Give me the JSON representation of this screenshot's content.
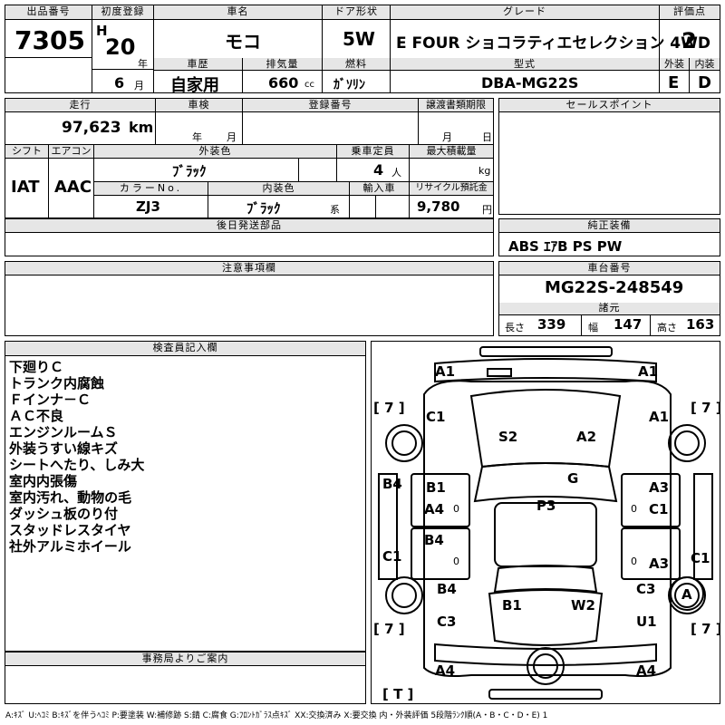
{
  "header": {
    "lot_no_label": "出品番号",
    "lot_no": "7305",
    "first_reg_label": "初度登録",
    "era": "H",
    "year": "20",
    "year_unit": "年",
    "month": "6",
    "month_unit": "月",
    "car_name_label": "車名",
    "car_name": "モコ",
    "door_label": "ドア形状",
    "door": "5W",
    "grade_label": "グレード",
    "grade": "E FOUR ショコラティエセレクション 4WD",
    "score_label": "評価点",
    "score": "2",
    "history_label": "車歴",
    "history": "自家用",
    "displacement_label": "排気量",
    "displacement": "660",
    "displacement_unit": "cc",
    "fuel_label": "燃料",
    "fuel": "ｶﾞｿﾘﾝ",
    "model_label": "型式",
    "model": "DBA-MG22S",
    "exterior_label": "外装",
    "exterior": "E",
    "interior_label": "内装",
    "interior": "D"
  },
  "row2": {
    "mileage_label": "走行",
    "mileage": "97,623",
    "mileage_unit": "km",
    "inspection_label": "車検",
    "insp_year_unit": "年",
    "insp_month_unit": "月",
    "plate_label": "登録番号",
    "transfer_label": "譲渡書類期限",
    "transfer_month_unit": "月",
    "transfer_day_unit": "日",
    "sales_label": "セールスポイント",
    "shift_label": "シフト",
    "shift": "IAT",
    "aircon_label": "エアコン",
    "aircon": "AAC",
    "ext_color_label": "外装色",
    "ext_color": "ﾌﾞﾗｯｸ",
    "capacity_label": "乗車定員",
    "capacity": "4",
    "capacity_unit": "人",
    "max_load_label": "最大積載量",
    "max_load_unit": "kg",
    "color_no_label": "カラーNo.",
    "color_no": "ZJ3",
    "int_color_label": "内装色",
    "int_color": "ﾌﾞﾗｯｸ",
    "int_color_unit": "系",
    "import_label": "輸入車",
    "recycle_label": "リサイクル預託金",
    "recycle": "9,780",
    "recycle_unit": "円"
  },
  "later_parts_label": "後日発送部品",
  "equipment_label": "純正装備",
  "equipment": "ABS ｴｱB PS PW",
  "caution_label": "注意事項欄",
  "chassis_label": "車台番号",
  "chassis": "MG22S-248549",
  "dims_label": "諸元",
  "length_label": "長さ",
  "length": "339",
  "width_label": "幅",
  "width": "147",
  "height_label": "高さ",
  "height": "163",
  "inspector_label": "検査員記入欄",
  "notes": [
    "下廻りＣ",
    "トランク内腐蝕",
    "Ｆインナ－Ｃ",
    "ＡＣ不良",
    "エンジンルームＳ",
    "外装うすい線キズ",
    "シートへたり、しみ大",
    "室内内張傷",
    "室内汚れ、動物の毛",
    "ダッシュ板のり付",
    "スタッドレスタイヤ",
    "社外アルミホイール"
  ],
  "office_label": "事務局よりご案内",
  "legend": "A:ｷｽﾞ U:ﾍｺﾐ B:ｷｽﾞを伴うﾍｺﾐ P:要塗装 W:補修跡 S:錆 C:腐食 G:ﾌﾛﾝﾄｶﾞﾗｽ点ｷｽﾞ XX:交換済み X:要交換 内・外装評価 5段階ﾗﾝｸ順(A・B・C・D・E) 1",
  "diagram_marks": {
    "front_left": "A1",
    "front_right": "A1",
    "tire_fl": "[ 7 ]",
    "tire_fr": "[ 7 ]",
    "tire_rl": "[ 7 ]",
    "tire_rr": "[ 7 ]",
    "tire_t": "[ T ]",
    "fender_fl": "C1",
    "fender_fr": "A1",
    "hood_l": "S2",
    "hood_r": "A2",
    "windshield": "G",
    "pillar_l": "B4",
    "door_fl": "B1",
    "door_fl2": "A4",
    "zero1": "0",
    "roof": "P3",
    "door_fr": "A3",
    "door_fr2": "C1",
    "zero2": "0",
    "sill_l": "C1",
    "door_rl": "B4",
    "zero3": "0",
    "door_rr": "A3",
    "zero4": "0",
    "sill_r": "C1",
    "qtr_l": "B4",
    "qtr_r": "C3",
    "rear_circle": "A",
    "rear_l": "B1",
    "rear_r": "W2",
    "lamp_l": "C3",
    "lamp_r": "U1",
    "bumper_l": "A4",
    "bumper_r": "A4"
  }
}
